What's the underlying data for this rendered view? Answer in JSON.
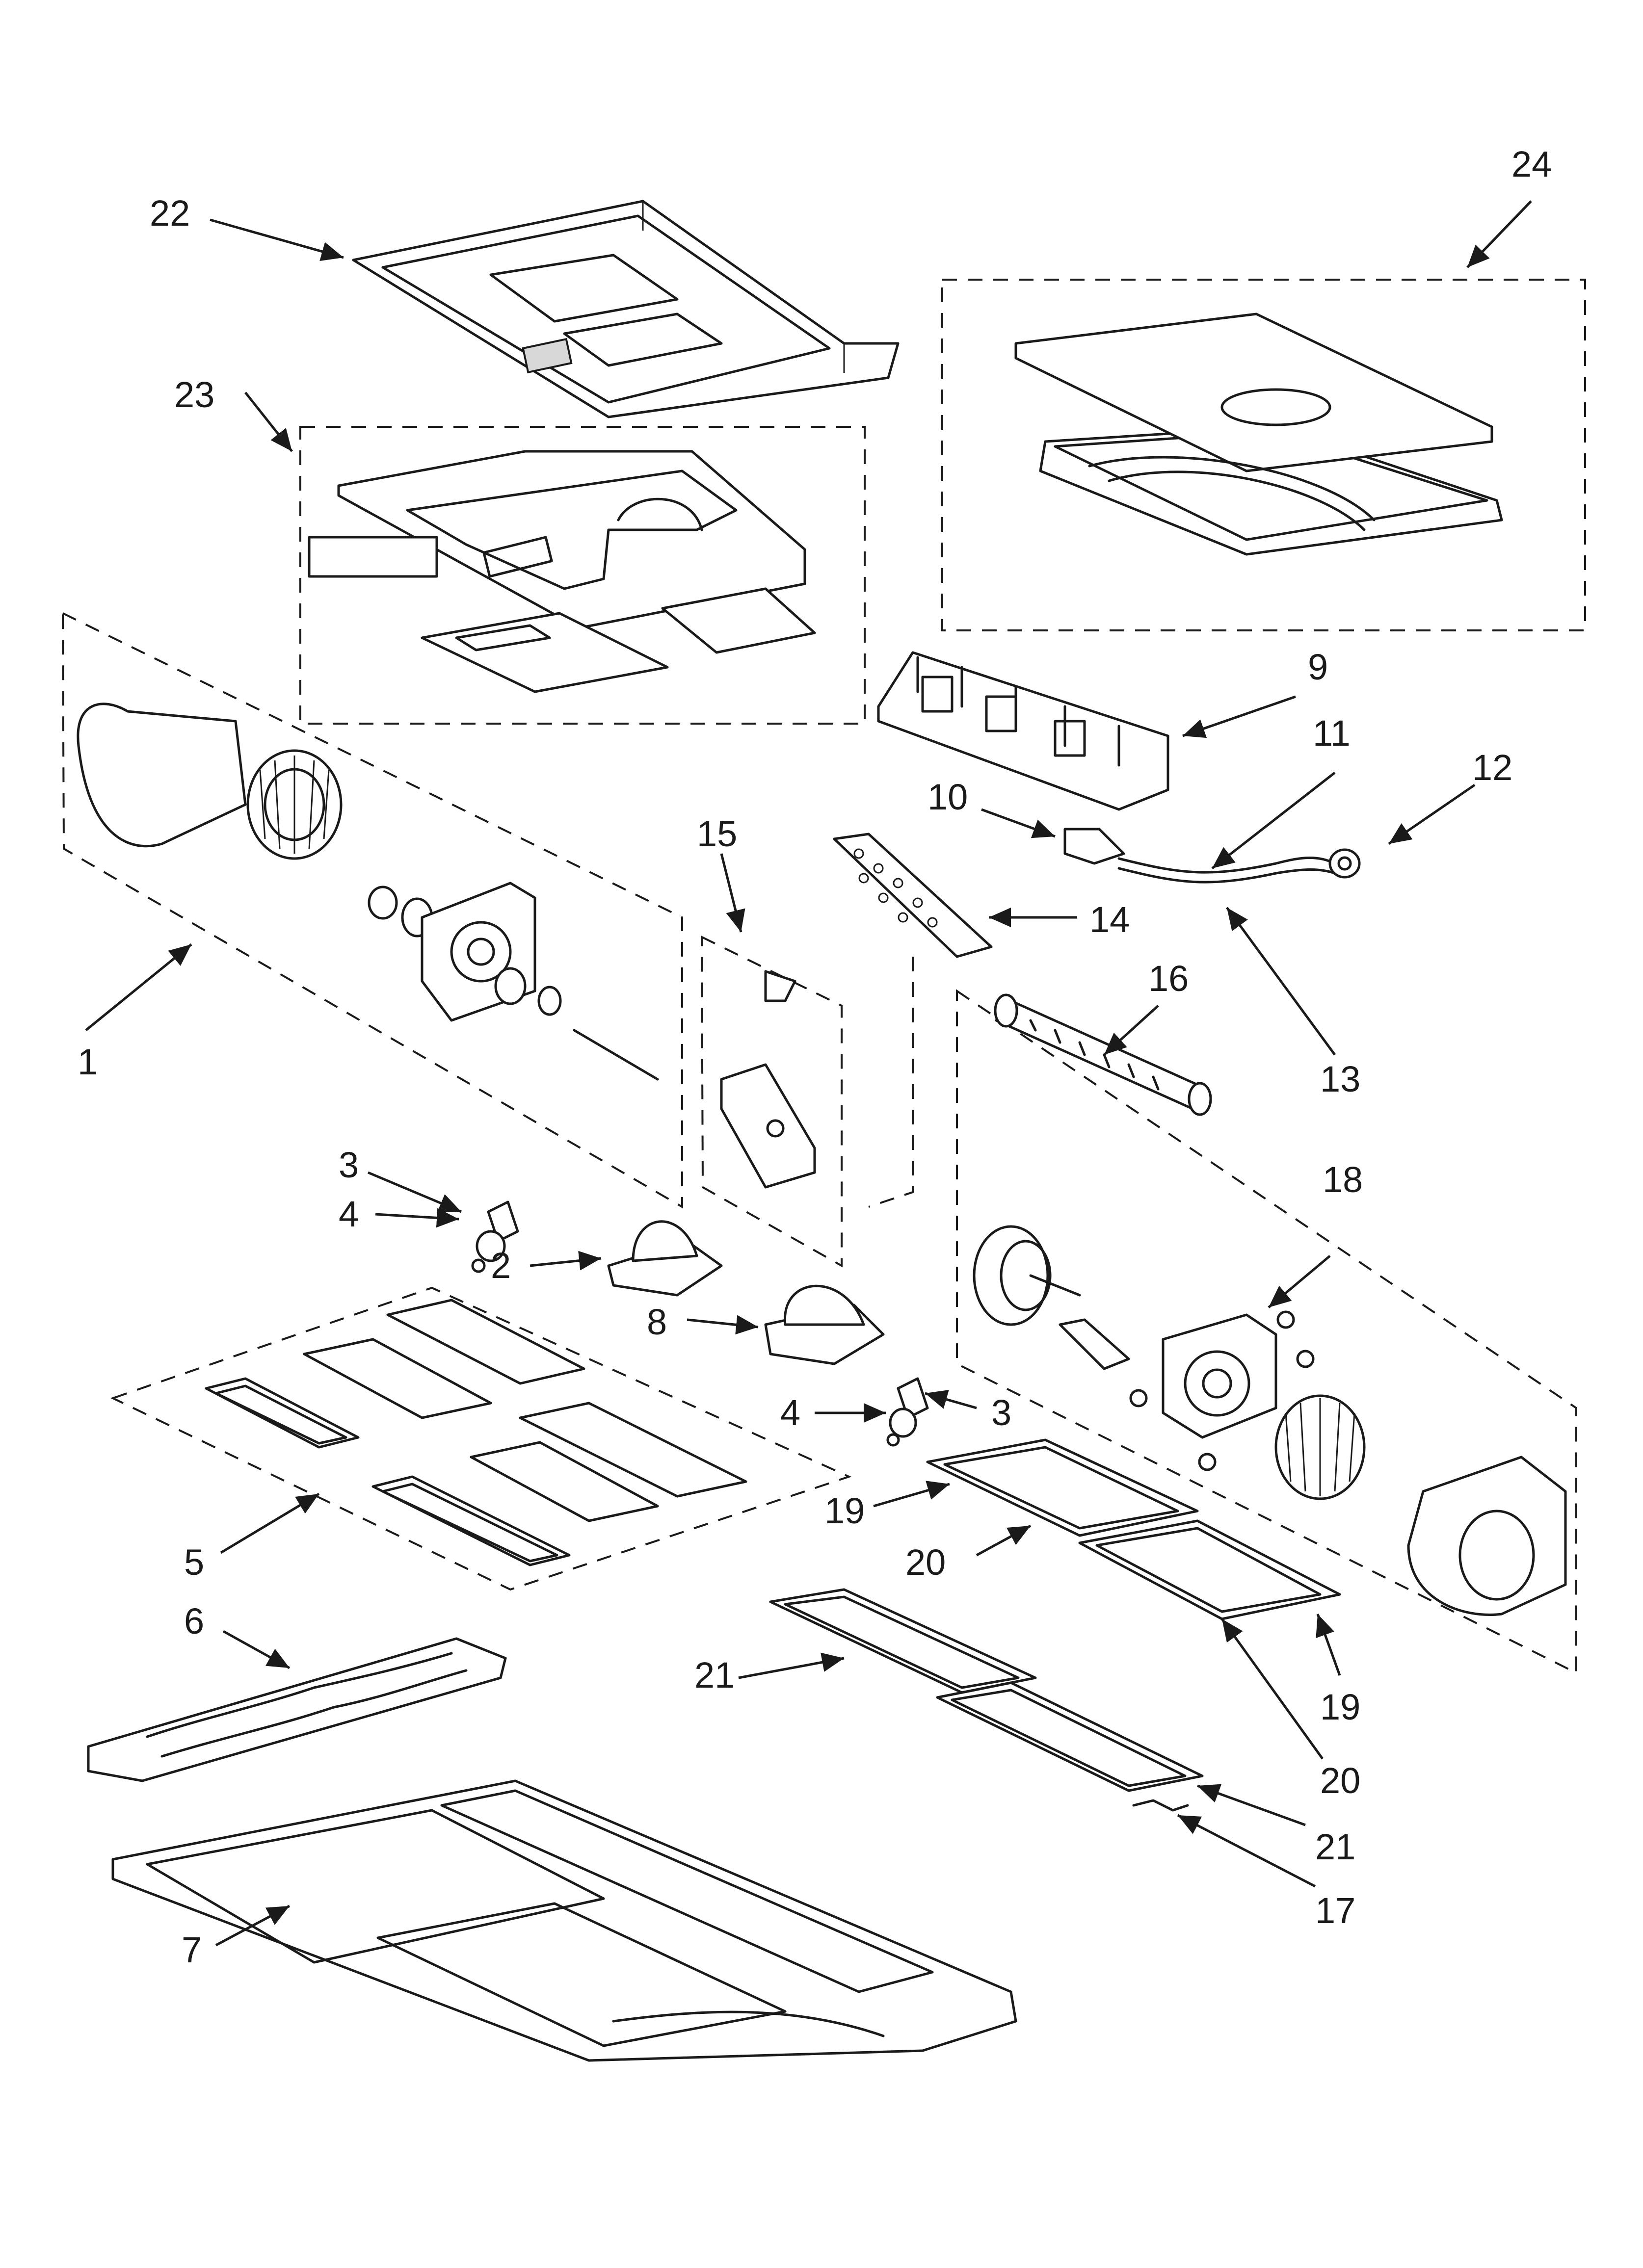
{
  "diagram": {
    "callouts": {
      "c1": "1",
      "c2": "2",
      "c3a": "3",
      "c3b": "3",
      "c4a": "4",
      "c4b": "4",
      "c5": "5",
      "c6": "6",
      "c7": "7",
      "c8": "8",
      "c9": "9",
      "c10": "10",
      "c11": "11",
      "c12": "12",
      "c13": "13",
      "c14": "14",
      "c15": "15",
      "c16": "16",
      "c17": "17",
      "c18": "18",
      "c19a": "19",
      "c19b": "19",
      "c20a": "20",
      "c20b": "20",
      "c21a": "21",
      "c21b": "21",
      "c22": "22",
      "c23": "23",
      "c24": "24"
    },
    "colors": {
      "line": "#1a1a1a",
      "background": "#ffffff",
      "shade": "#d8d8d8"
    }
  }
}
